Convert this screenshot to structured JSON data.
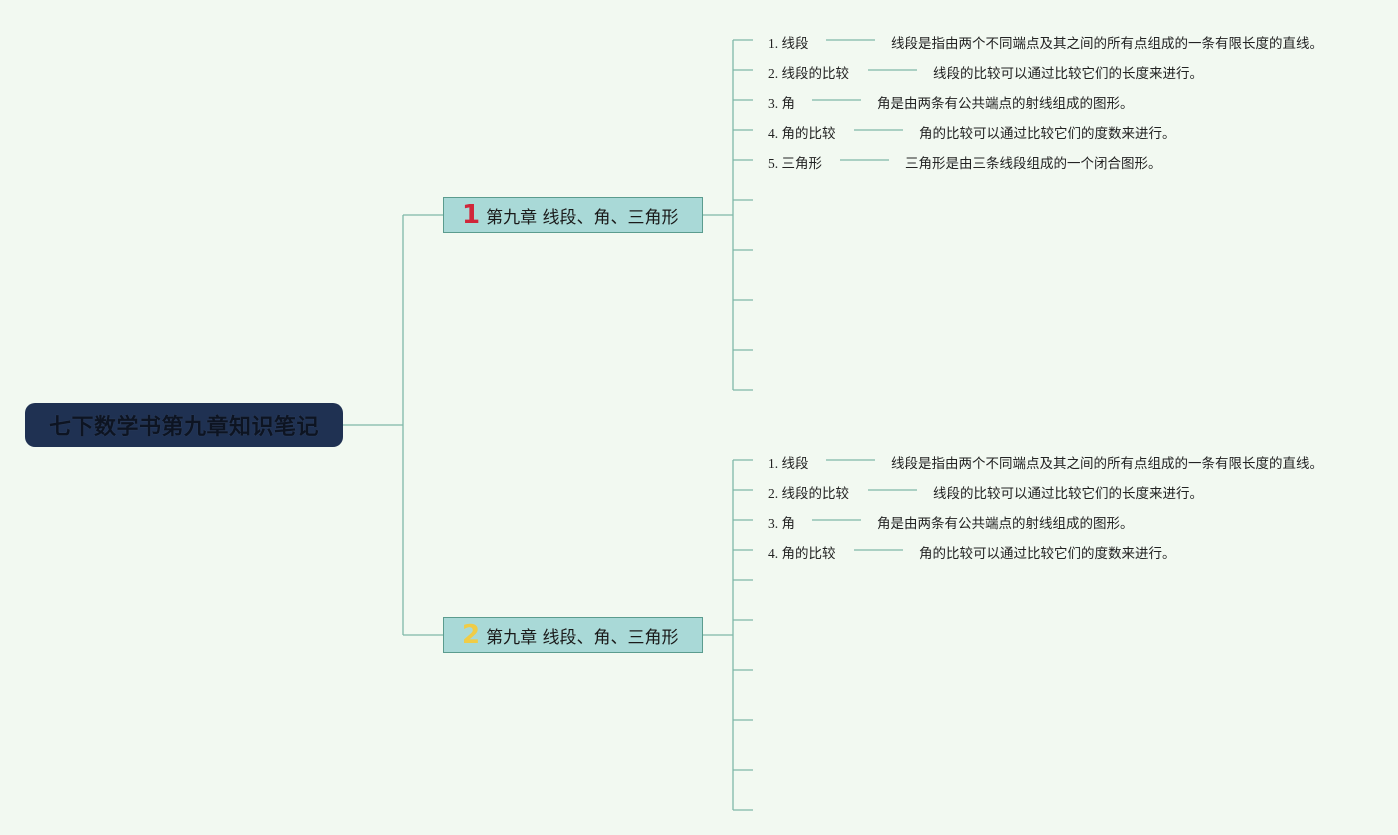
{
  "root": {
    "title": "七下数学书第九章知识笔记"
  },
  "branches": [
    {
      "number": "1",
      "title": "第九章 线段、角、三角形",
      "items": [
        {
          "label": "1. 线段",
          "desc": "线段是指由两个不同端点及其之间的所有点组成的一条有限长度的直线。"
        },
        {
          "label": "2. 线段的比较",
          "desc": "线段的比较可以通过比较它们的长度来进行。"
        },
        {
          "label": "3. 角",
          "desc": "角是由两条有公共端点的射线组成的图形。"
        },
        {
          "label": "4. 角的比较",
          "desc": "角的比较可以通过比较它们的度数来进行。"
        },
        {
          "label": "5. 三角形",
          "desc": "三角形是由三条线段组成的一个闭合图形。"
        }
      ]
    },
    {
      "number": "2",
      "title": "第九章 线段、角、三角形",
      "items": [
        {
          "label": "1. 线段",
          "desc": "线段是指由两个不同端点及其之间的所有点组成的一条有限长度的直线。"
        },
        {
          "label": "2. 线段的比较",
          "desc": "线段的比较可以通过比较它们的长度来进行。"
        },
        {
          "label": "3. 角",
          "desc": "角是由两条有公共端点的射线组成的图形。"
        },
        {
          "label": "4. 角的比较",
          "desc": "角的比较可以通过比较它们的度数来进行。"
        }
      ]
    }
  ],
  "colors": {
    "background": "#f2f9f1",
    "root_fill": "#1f3152",
    "branch_fill": "#a9d9d7",
    "connector": "#7fb8a8",
    "number1": "#d0263a",
    "number2": "#f0cc46"
  }
}
